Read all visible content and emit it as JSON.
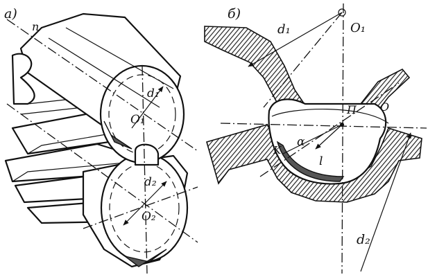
{
  "panel_a": {
    "tag": "а)",
    "labels": {
      "n": "п",
      "o1": "O₁",
      "d1": "d₁",
      "d2": "d₂",
      "o2": "O₂"
    }
  },
  "panel_b": {
    "tag": "б)",
    "labels": {
      "o1": "O₁",
      "d1": "d₁",
      "p": "П",
      "o": "O",
      "k": "K",
      "alpha": "α",
      "l": "l",
      "d2": "d₂"
    }
  }
}
